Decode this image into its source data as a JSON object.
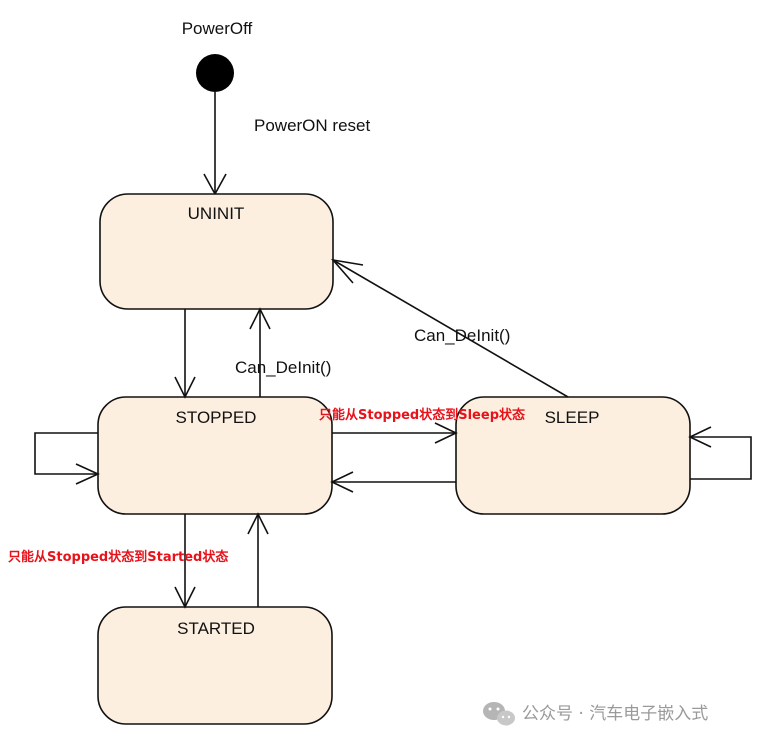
{
  "initial": {
    "label": "PowerOff"
  },
  "states": {
    "uninit": "UNINIT",
    "stopped": "STOPPED",
    "sleep": "SLEEP",
    "started": "STARTED"
  },
  "transitions": {
    "power_on": "PowerON reset",
    "deinit_stopped": "Can_DeInit()",
    "deinit_sleep": "Can_DeInit()"
  },
  "annotations": {
    "stopped_to_sleep": "只能从Stopped状态到Sleep状态",
    "stopped_to_started": "只能从Stopped状态到Started状态"
  },
  "watermark": {
    "text": "公众号 · 汽车电子嵌入式",
    "icon": "wechat-icon"
  },
  "colors": {
    "state_fill": "#fcefe0",
    "stroke": "#111111",
    "annotation": "#e8121a"
  }
}
